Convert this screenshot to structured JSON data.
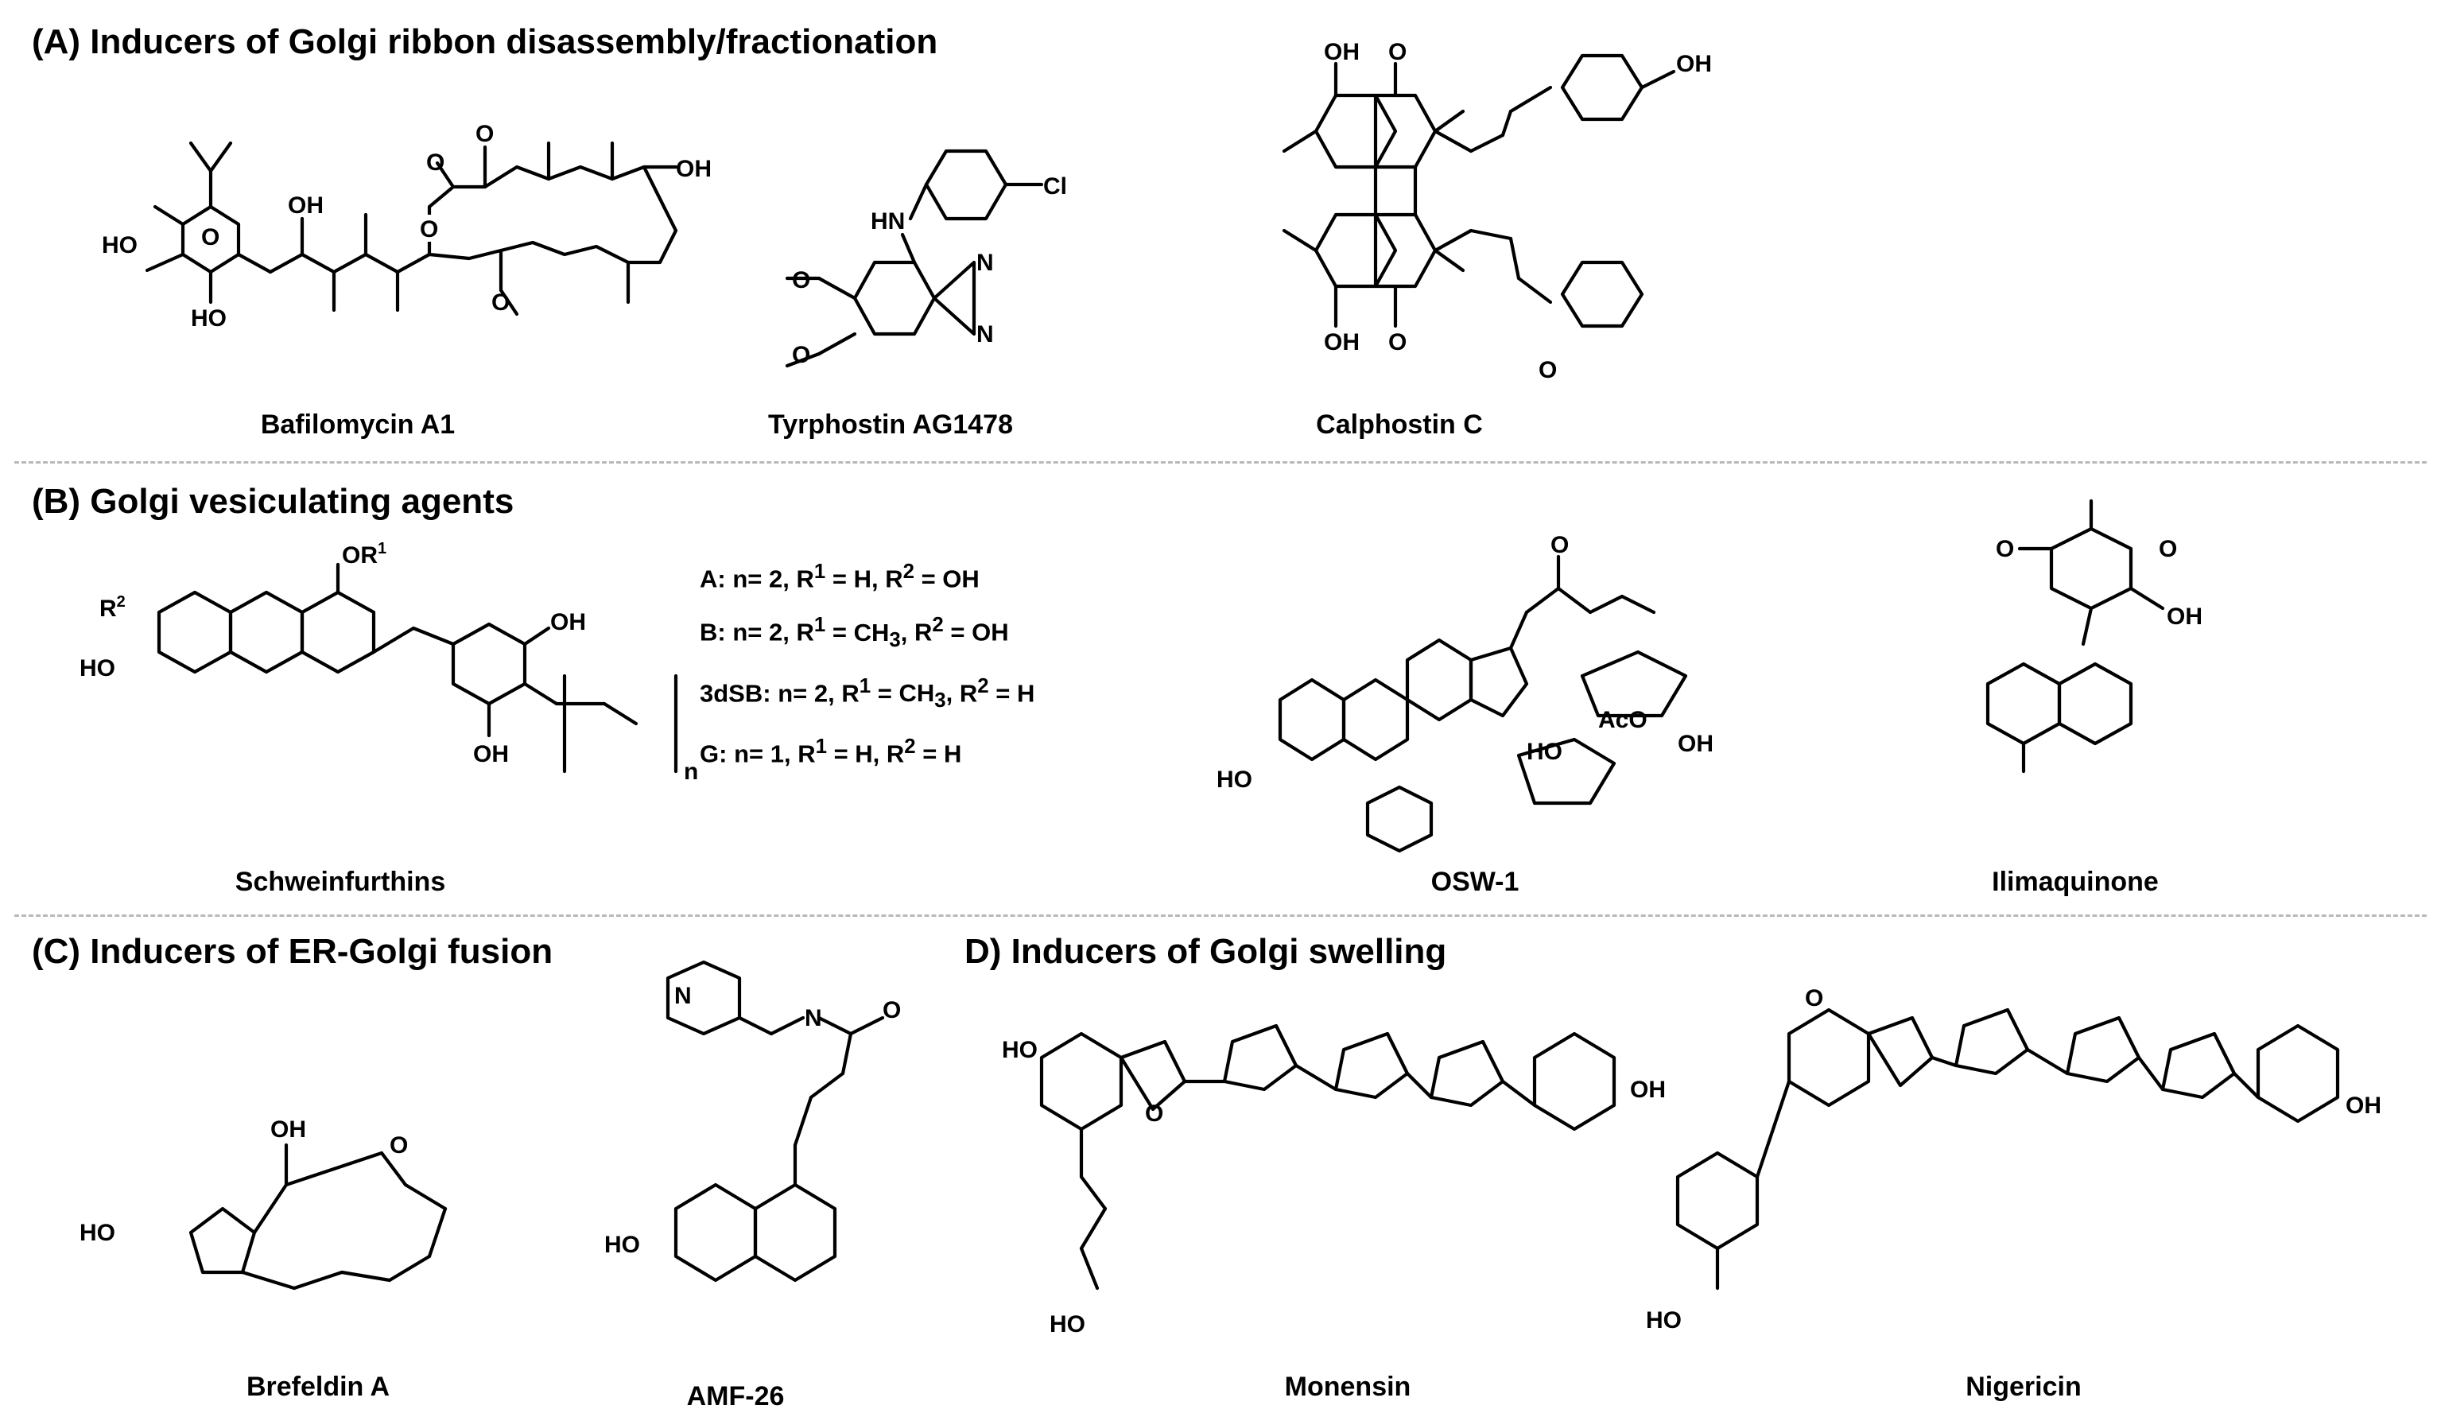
{
  "sections": {
    "a": "(A) Inducers of Golgi ribbon disassembly/fractionation",
    "b": "(B) Golgi vesiculating agents",
    "c": "(C) Inducers of ER-Golgi fusion",
    "d": "D) Inducers of Golgi swelling"
  },
  "compounds": {
    "bafilomycin": "Bafilomycin A1",
    "tyrphostin": "Tyrphostin AG1478",
    "calphostin": "Calphostin C",
    "schweinfurthins": "Schweinfurthins",
    "osw1": "OSW-1",
    "ilimaquinone": "Ilimaquinone",
    "brefeldin": "Brefeldin A",
    "amf26": "AMF-26",
    "monensin": "Monensin",
    "nigericin": "Nigericin"
  },
  "schweinfurthin_variants": [
    {
      "label": "A:",
      "n": "n= 2,",
      "r1": "H,",
      "r2": "OH"
    },
    {
      "label": "B:",
      "n": "n= 2,",
      "r1": "CH3,",
      "r2": "OH"
    },
    {
      "label": "3dSB:",
      "n": "n= 2,",
      "r1": "CH3,",
      "r2": "H"
    },
    {
      "label": "G:",
      "n": "n= 1,",
      "r1": "H,",
      "r2": "H"
    }
  ],
  "atom_labels": {
    "oh": "OH",
    "ho": "HO",
    "o": "O",
    "h": "H",
    "n": "N",
    "hn": "HN",
    "nh": "N",
    "cl": "Cl",
    "aco": "AcO",
    "or1": "OR1",
    "r2": "R2",
    "subscript_n": "n"
  }
}
